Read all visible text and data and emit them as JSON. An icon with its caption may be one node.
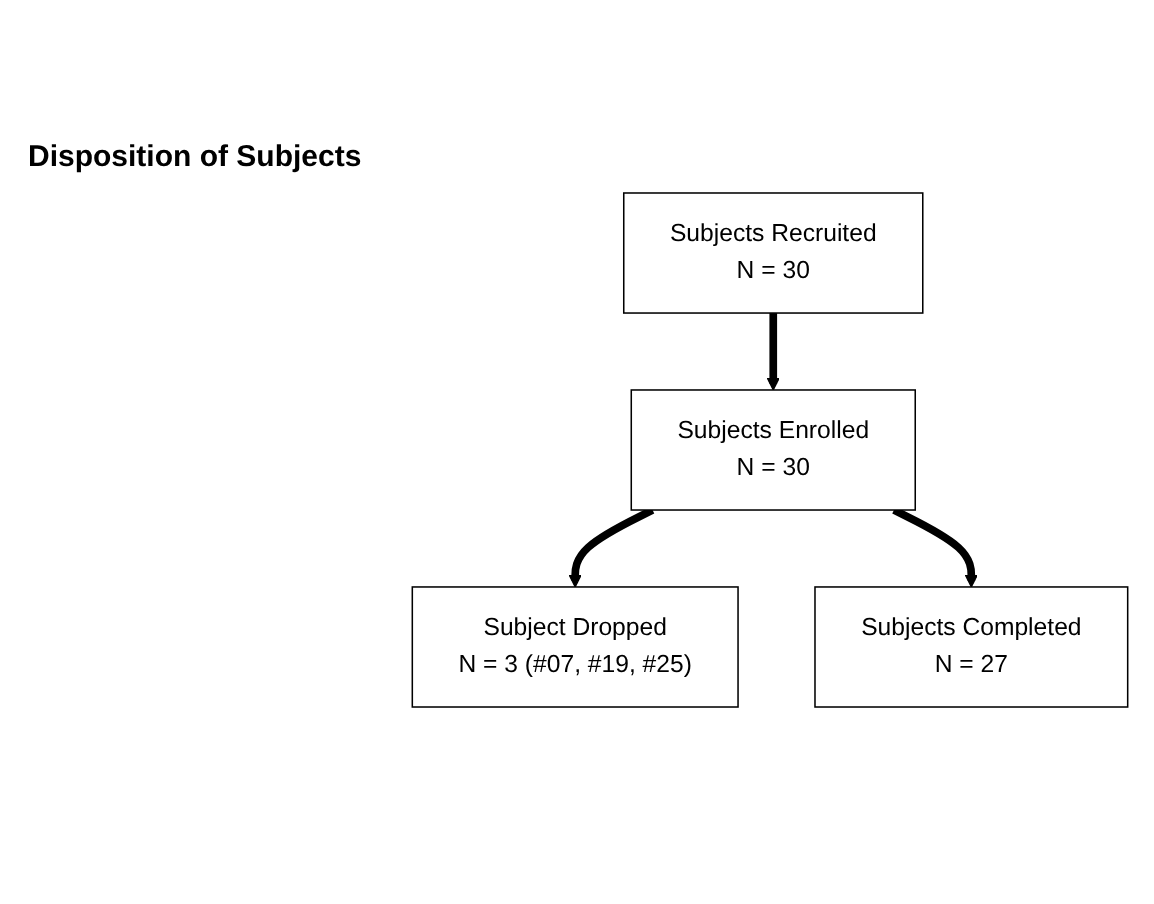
{
  "diagram": {
    "title": "Disposition of Subjects",
    "nodes": [
      {
        "text": [
          "Subjects Recruited",
          "N = 30"
        ]
      },
      {
        "text": [
          "Subjects Enrolled",
          "N = 30"
        ]
      },
      {
        "text": [
          "Subject Dropped",
          "N = 3 (#07, #19, #25)"
        ]
      },
      {
        "text": [
          "Subjects Completed",
          "N = 27"
        ]
      }
    ],
    "edges": [
      {
        "from": 0,
        "to": 1,
        "arrow": "to"
      },
      {
        "from": 1,
        "to": 2,
        "arrow": "to"
      },
      {
        "from": 1,
        "to": 3,
        "arrow": "to"
      }
    ]
  }
}
